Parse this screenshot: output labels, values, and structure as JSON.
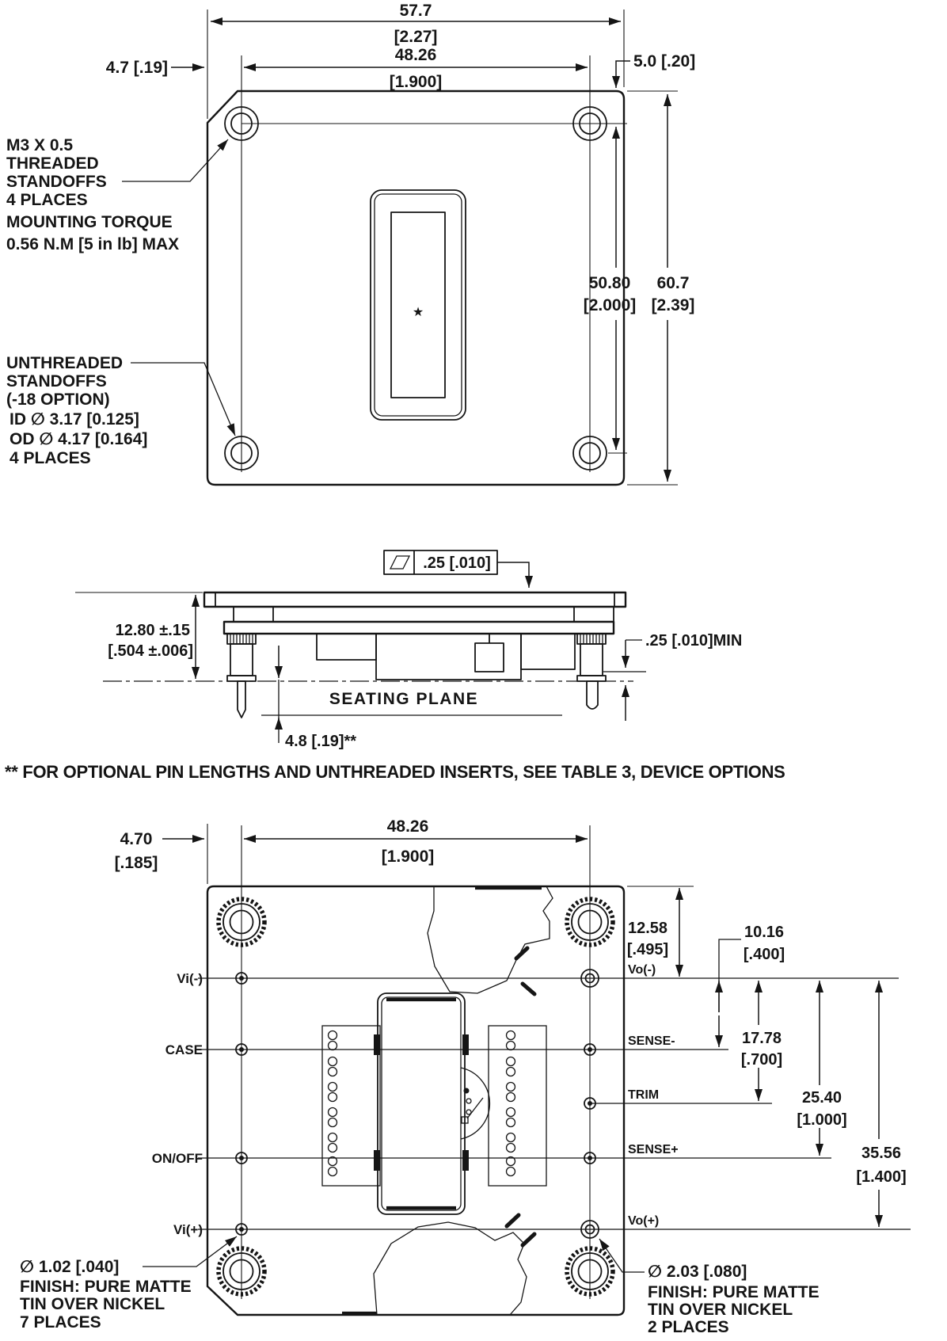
{
  "colors": {
    "line": "#151515",
    "background": "#ffffff"
  },
  "top_view": {
    "dim_width_overall_mm": "57.7",
    "dim_width_overall_in": "[2.27]",
    "dim_pin_span_mm": "48.26",
    "dim_pin_span_in": "[1.900]",
    "dim_edge_to_hole": "4.7 [.19]",
    "dim_hole_top_offset": "5.0 [.20]",
    "dim_hole_span_mm": "50.80",
    "dim_hole_span_in": "[2.000]",
    "dim_height_overall_mm": "60.7",
    "dim_height_overall_in": "[2.39]",
    "note_threaded_line1": "M3 X 0.5",
    "note_threaded_line2": "THREADED",
    "note_threaded_line3": "STANDOFFS",
    "note_threaded_line4": "4 PLACES",
    "note_torque_line1": "MOUNTING TORQUE",
    "note_torque_line2": "0.56 N.M [5 in lb] MAX",
    "note_unthreaded_line1": "UNTHREADED",
    "note_unthreaded_line2": "STANDOFFS",
    "note_unthreaded_line3": "(-18 OPTION)",
    "note_unthreaded_line4": "ID ∅ 3.17 [0.125]",
    "note_unthreaded_line5": "OD ∅ 4.17 [0.164]",
    "note_unthreaded_line6": "4 PLACES",
    "label_star": "★"
  },
  "side_view": {
    "flatness_symbol_name": "flatness-parallelogram",
    "flatness_tolerance": ".25 [.010]",
    "dim_height_mm": "12.80 ±.15",
    "dim_height_in": "[.504 ±.006]",
    "seating_plane_label": "SEATING  PLANE",
    "dim_clearance_min": ".25 [.010]MIN",
    "dim_pin_length": "4.8 [.19]**"
  },
  "footnote": "** FOR OPTIONAL PIN LENGTHS AND UNTHREADED INSERTS, SEE TABLE 3, DEVICE OPTIONS",
  "bottom_view": {
    "dim_edge_to_pin_mm": "4.70",
    "dim_edge_to_pin_in": "[.185]",
    "dim_pin_span_mm": "48.26",
    "dim_pin_span_in": "[1.900]",
    "dim_edge_to_row_mm": "12.58",
    "dim_edge_to_row_in": "[.495]",
    "dim_sense_neg_mm": "10.16",
    "dim_sense_neg_in": "[.400]",
    "dim_trim_mm": "17.78",
    "dim_trim_in": "[.700]",
    "dim_sense_pos_mm": "25.40",
    "dim_sense_pos_in": "[1.000]",
    "dim_vo_pos_mm": "35.56",
    "dim_vo_pos_in": "[1.400]",
    "pin_vi_neg": "Vi(-)",
    "pin_case": "CASE",
    "pin_onoff": "ON/OFF",
    "pin_vi_pos": "Vi(+)",
    "pin_vo_neg": "Vo(-)",
    "pin_sense_neg": "SENSE-",
    "pin_trim": "TRIM",
    "pin_sense_pos": "SENSE+",
    "pin_vo_pos": "Vo(+)",
    "finish_small_dia": "∅ 1.02 [.040]",
    "finish_small_line1": "FINISH: PURE MATTE",
    "finish_small_line2": "TIN OVER NICKEL",
    "finish_small_line3": "7 PLACES",
    "finish_large_dia": "∅ 2.03 [.080]",
    "finish_large_line1": "FINISH: PURE MATTE",
    "finish_large_line2": "TIN OVER NICKEL",
    "finish_large_line3": "2 PLACES"
  }
}
